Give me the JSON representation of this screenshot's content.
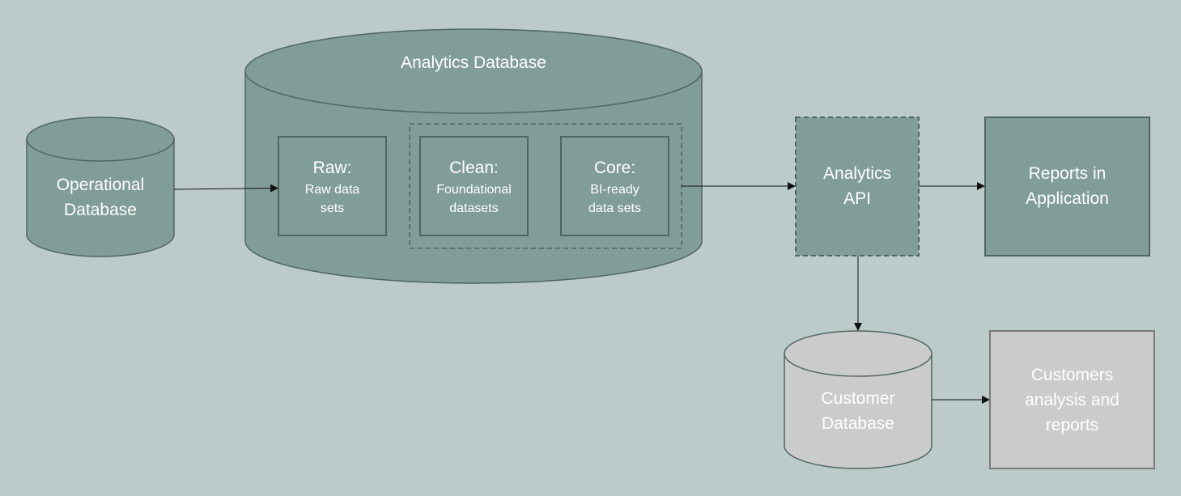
{
  "colors": {
    "background": "#bccbc9",
    "fill_primary": "#819d98",
    "fill_secondary": "#cbcbcb",
    "stroke": "#4f6660",
    "stroke_secondary": "#7a7a7a",
    "arrow": "#111111",
    "text": "#ffffff"
  },
  "operational_db": {
    "line1": "Operational",
    "line2": "Database"
  },
  "analytics_db": {
    "title": "Analytics Database",
    "raw": {
      "title": "Raw:",
      "line1": "Raw data",
      "line2": "sets"
    },
    "clean": {
      "title": "Clean:",
      "line1": "Foundational",
      "line2": "datasets"
    },
    "core": {
      "title": "Core:",
      "line1": "BI-ready",
      "line2": "data sets"
    }
  },
  "analytics_api": {
    "line1": "Analytics",
    "line2": "API"
  },
  "reports_app": {
    "line1": "Reports in",
    "line2": "Application"
  },
  "customer_db": {
    "line1": "Customer",
    "line2": "Database"
  },
  "customer_reports": {
    "line1": "Customers",
    "line2": "analysis and",
    "line3": "reports"
  }
}
